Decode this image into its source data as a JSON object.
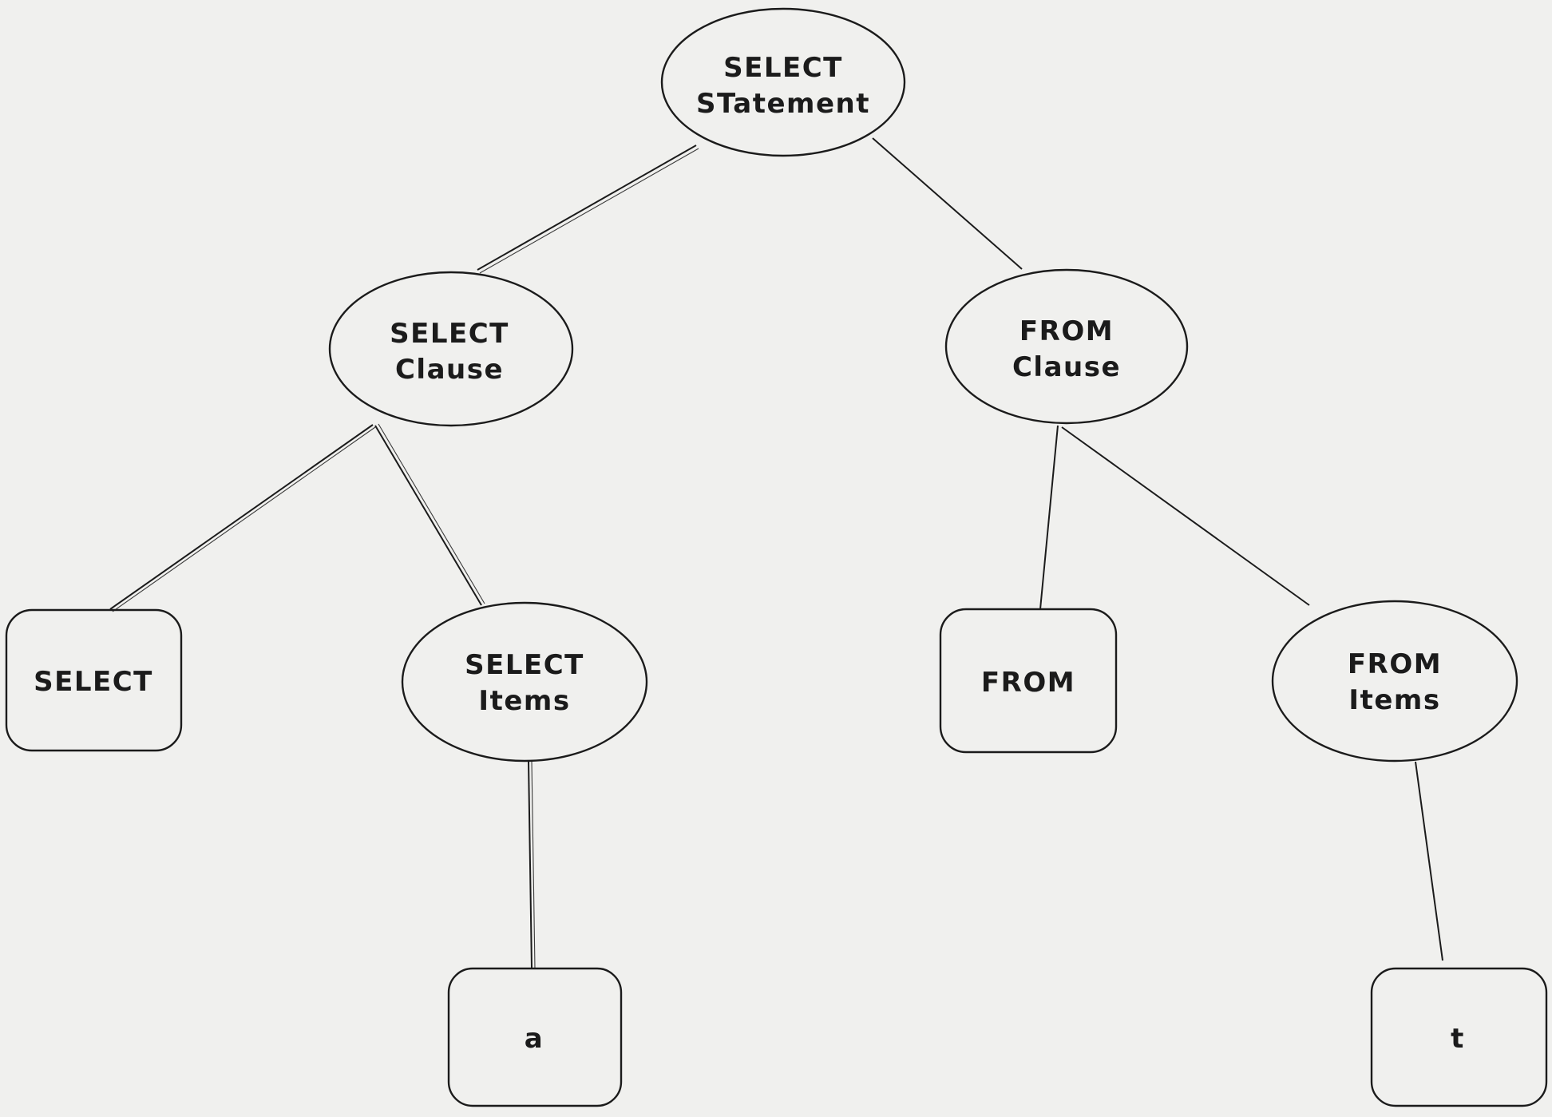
{
  "diagram": {
    "type": "tree",
    "description": "Hand-drawn parse tree of a SQL SELECT statement",
    "colors": {
      "background": "#f0f0ee",
      "stroke": "#1b1b1b",
      "text": "#1b1b1b"
    },
    "nodes": {
      "select_statement": {
        "shape": "ellipse",
        "line1": "SELECT",
        "line2": "STatement"
      },
      "select_clause": {
        "shape": "ellipse",
        "line1": "SELECT",
        "line2": "Clause"
      },
      "from_clause": {
        "shape": "ellipse",
        "line1": "FROM",
        "line2": "Clause"
      },
      "select_keyword": {
        "shape": "rectangle",
        "line1": "SELECT"
      },
      "select_items": {
        "shape": "ellipse",
        "line1": "SELECT",
        "line2": "Items"
      },
      "from_keyword": {
        "shape": "rectangle",
        "line1": "FROM"
      },
      "from_items": {
        "shape": "ellipse",
        "line1": "FROM",
        "line2": "Items"
      },
      "column_a": {
        "shape": "rectangle",
        "line1": "a"
      },
      "table_t": {
        "shape": "rectangle",
        "line1": "t"
      }
    },
    "edges": [
      {
        "from": "select_statement",
        "to": "select_clause"
      },
      {
        "from": "select_statement",
        "to": "from_clause"
      },
      {
        "from": "select_clause",
        "to": "select_keyword"
      },
      {
        "from": "select_clause",
        "to": "select_items"
      },
      {
        "from": "from_clause",
        "to": "from_keyword"
      },
      {
        "from": "from_clause",
        "to": "from_items"
      },
      {
        "from": "select_items",
        "to": "column_a"
      },
      {
        "from": "from_items",
        "to": "table_t"
      }
    ]
  }
}
